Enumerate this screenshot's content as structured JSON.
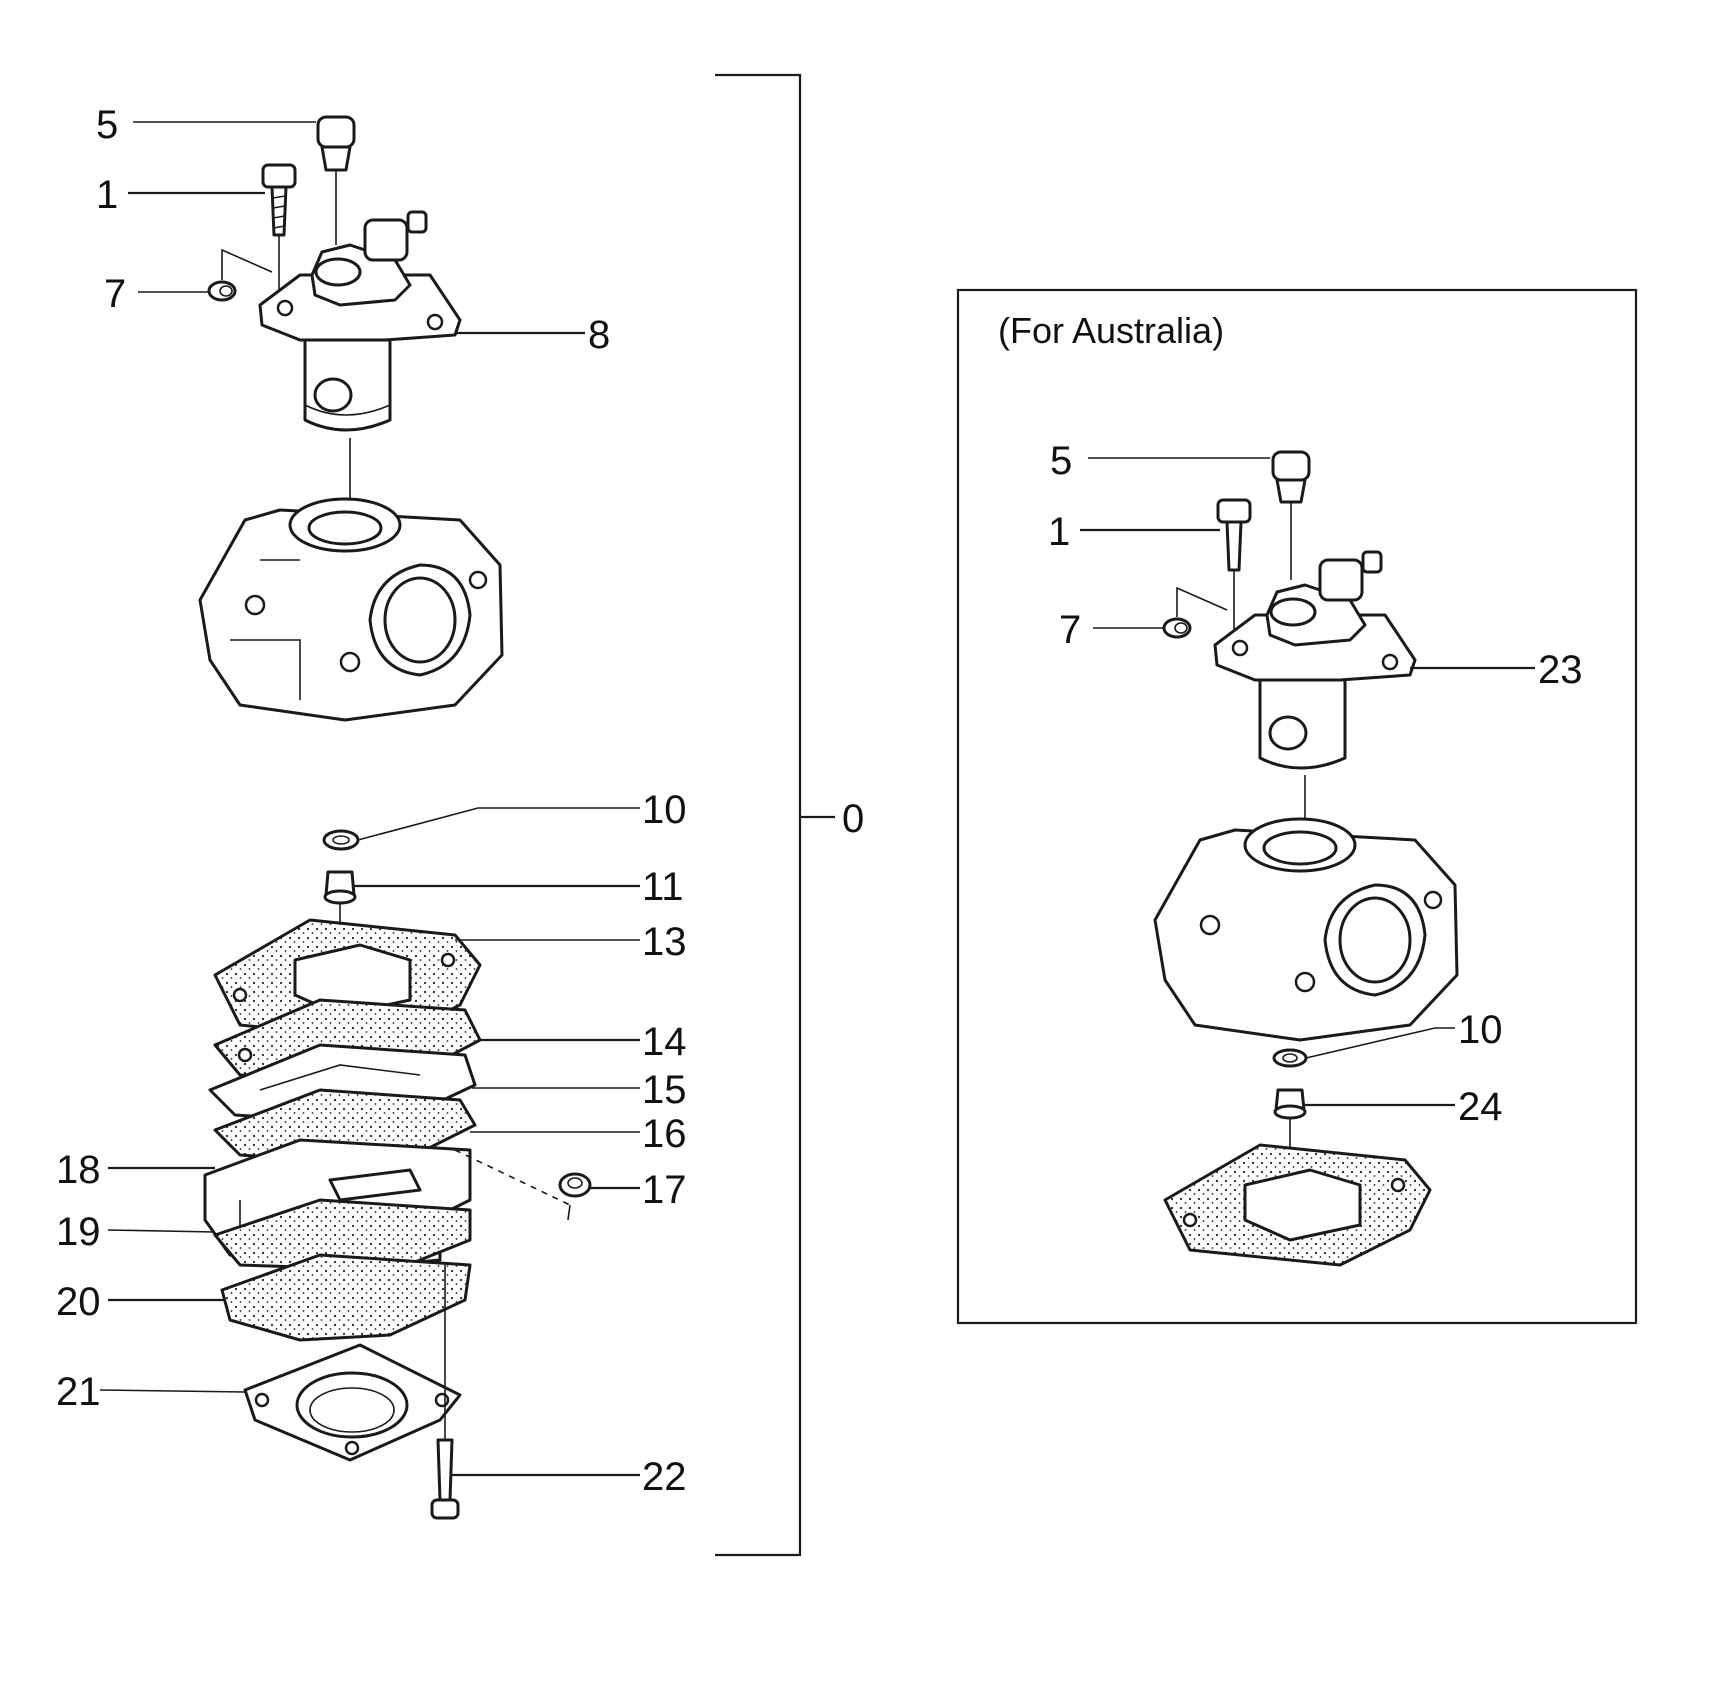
{
  "diagram": {
    "kit_label": "0",
    "inset_title": "(For Australia)",
    "main_callouts": [
      "5",
      "1",
      "7",
      "8",
      "10",
      "11",
      "13",
      "14",
      "15",
      "16",
      "17",
      "18",
      "19",
      "20",
      "21",
      "22"
    ],
    "inset_callouts": [
      "5",
      "1",
      "7",
      "23",
      "10",
      "24"
    ]
  }
}
